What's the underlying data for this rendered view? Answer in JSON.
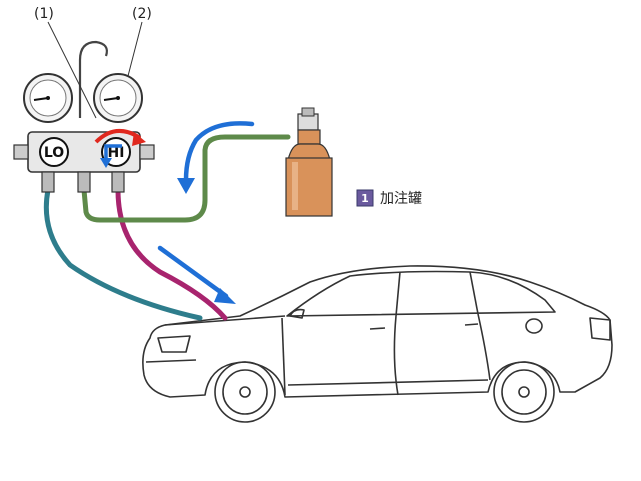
{
  "labels": {
    "callout_1": "(1)",
    "callout_2": "(2)",
    "lo_gauge": "LO",
    "hi_gauge": "HI",
    "badge_number": "1",
    "canister_label": "加注罐"
  },
  "colors": {
    "background": "#ffffff",
    "low_hose": "#2e7d8c",
    "high_hose": "#a8246e",
    "charge_hose": "#5e8a4a",
    "flow_arrow": "#1f6fd6",
    "valve_arrow": "#e0281e",
    "canister": "#d9925a",
    "badge": "#6a5a9e"
  },
  "icons": {
    "flow_arrows": "blue-arrow-icon",
    "valve_turn": "red-curved-arrow-icon"
  }
}
